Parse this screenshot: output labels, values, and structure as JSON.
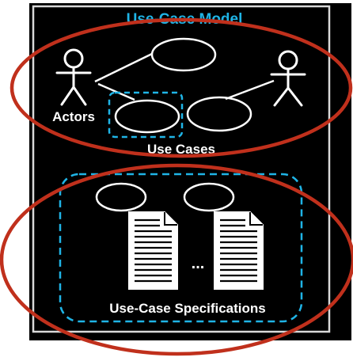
{
  "diagram": {
    "title": "Use-Case Model",
    "actors_label": "Actors",
    "use_cases_label": "Use Cases",
    "specs_label": "Use-Case Specifications",
    "ellipsis": "...",
    "colors": {
      "background": "#000000",
      "frame_border": "#d9d9d9",
      "title": "#1fb4e6",
      "dashed": "#1fb4e6",
      "highlight_ring": "#c0301c",
      "stroke": "#ffffff"
    }
  }
}
